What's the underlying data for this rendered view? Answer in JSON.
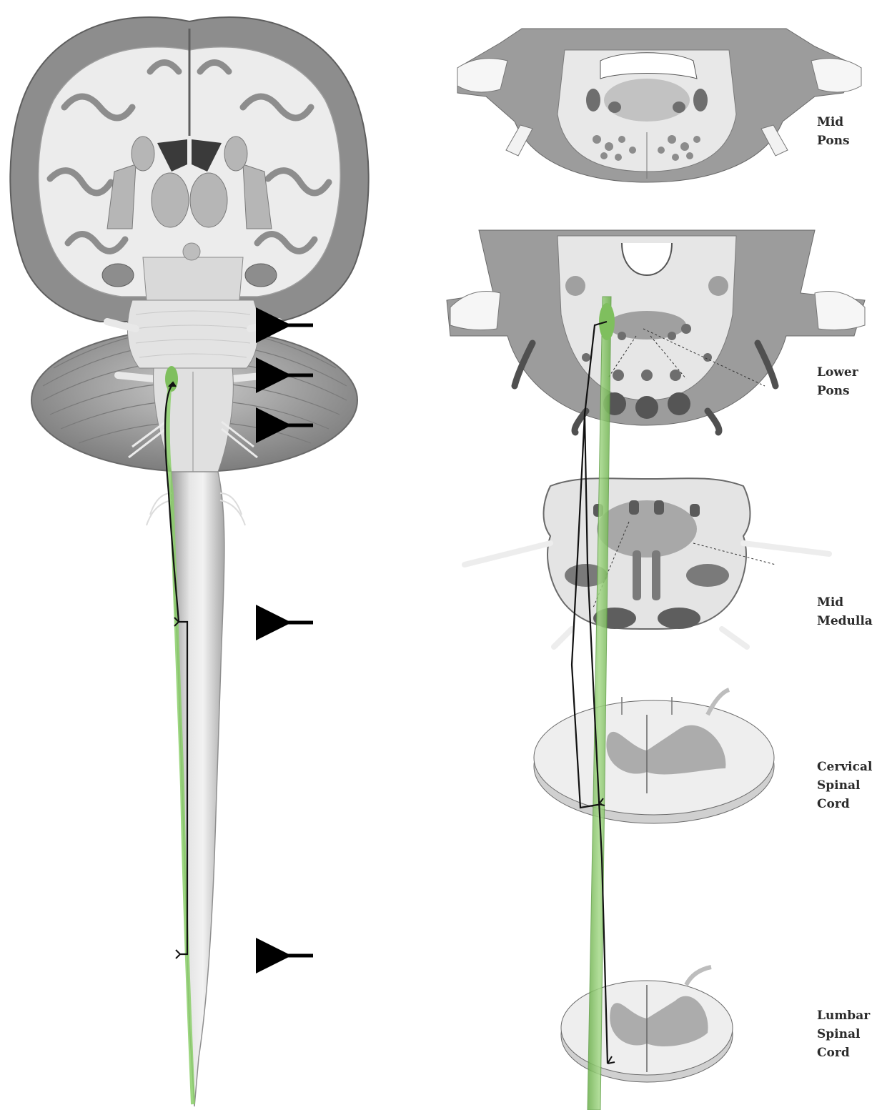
{
  "colors": {
    "tract_green": "#7fbf5e",
    "tract_green_light": "#a9d88f",
    "neuron_black": "#111111",
    "cortex_dark": "#8a8a8a",
    "white_matter": "#ececec",
    "grey_matter": "#b4b4b4",
    "brainstem_grey": "#cfcfcf",
    "arrow": "#000000"
  },
  "labels": {
    "mid_pons": [
      "Mid",
      "Pons"
    ],
    "lower_pons": [
      "Lower",
      "Pons"
    ],
    "mid_medulla": [
      "Mid",
      "Medulla"
    ],
    "cervical": [
      "Cervical",
      "Spinal",
      "Cord"
    ],
    "lumbar": [
      "Lumbar",
      "Spinal",
      "Cord"
    ]
  }
}
